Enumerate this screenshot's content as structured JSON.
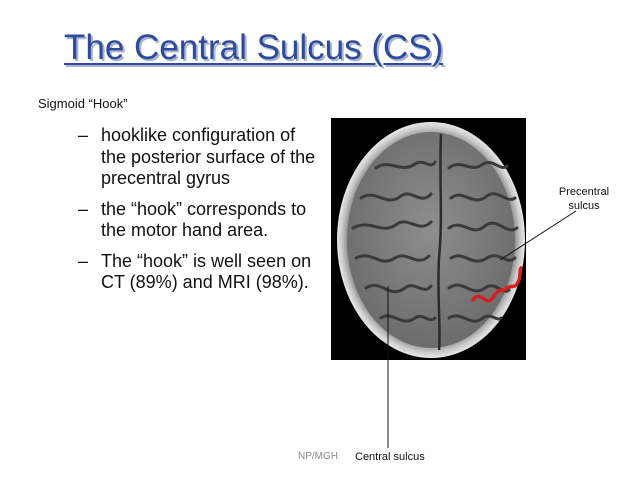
{
  "slide": {
    "title": "The Central Sulcus (CS)",
    "subhead": "Sigmoid “Hook”",
    "bullets": [
      {
        "dash": "–",
        "text": "hooklike configuration of the posterior surface of the precentral gyrus"
      },
      {
        "dash": "–",
        "text": "the “hook” corresponds to the motor hand area."
      },
      {
        "dash": "–",
        "text": "The “hook” is well seen on CT (89%) and MRI (98%)."
      }
    ]
  },
  "figure": {
    "label_precentral": "Precentral sulcus",
    "label_central": "Central sulcus",
    "credit": "NP/MGH",
    "hook_color": "#d61f1f"
  }
}
